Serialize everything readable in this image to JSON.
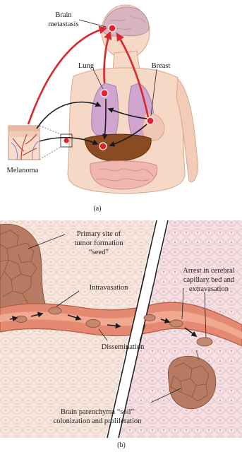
{
  "panel_a": {
    "labels": {
      "brain_metastasis_line1": "Brain",
      "brain_metastasis_line2": "metastasis",
      "lung": "Lung",
      "breast": "Breast",
      "melanoma": "Melanoma"
    },
    "caption": "(a)"
  },
  "panel_b": {
    "labels": {
      "primary_line1": "Primary site of",
      "primary_line2": "tumor formation",
      "primary_line3": "“seed”",
      "intravasation": "Intravasation",
      "arrest_line1": "Arrest in cerebral",
      "arrest_line2": "capillary bed and",
      "arrest_line3": "extravasation",
      "dissemination": "Dissemination",
      "soil_line1": "Brain parenchyma “soil”",
      "soil_line2": "colonization and proliferation"
    },
    "caption": "(b)"
  },
  "colors": {
    "skin": "#f6d8c6",
    "skin_outline": "#d9a58c",
    "brain": "#d8b4be",
    "lung": "#cfa5cf",
    "liver": "#8a4a22",
    "intestine": "#f0b6b0",
    "metastasis_dot": "#e8202a",
    "red_arrow": "#d8282c",
    "black_arrow": "#1a1a1a",
    "vessel": "#d9826a",
    "tumor_cell": "#b77a62",
    "parenchyma": "#f3d4de"
  }
}
